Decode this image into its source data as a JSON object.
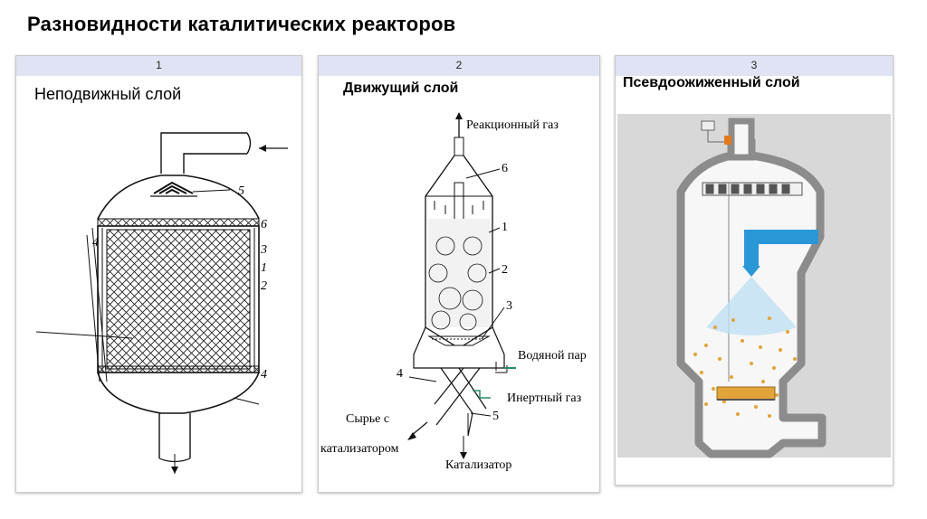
{
  "slide": {
    "title": "Разновидности каталитических реакторов"
  },
  "panels": [
    {
      "number": "1",
      "caption": "Неподвижный слой",
      "diagram_labels": [
        "5",
        "6",
        "3",
        "1",
        "2",
        "4",
        "4"
      ]
    },
    {
      "number": "2",
      "caption": "Движущий слой",
      "diagram_labels": {
        "top_gas": "Реакционный газ",
        "steam": "Водяной пар",
        "inert_gas": "Инертный газ",
        "feed_line1": "Сырье с",
        "feed_line2": "катализатором",
        "bottom_cut": "Катализатор",
        "numbers": [
          "6",
          "1",
          "2",
          "3",
          "4",
          "5"
        ]
      }
    },
    {
      "number": "3",
      "caption": "Псевдоожиженный слой"
    }
  ],
  "colors": {
    "header_band": "#dfe3f3",
    "reactor_wall": "#8c8c8c",
    "nozzle_blue": "#2a97d6",
    "catalyst_bed": "#e2a43a"
  }
}
